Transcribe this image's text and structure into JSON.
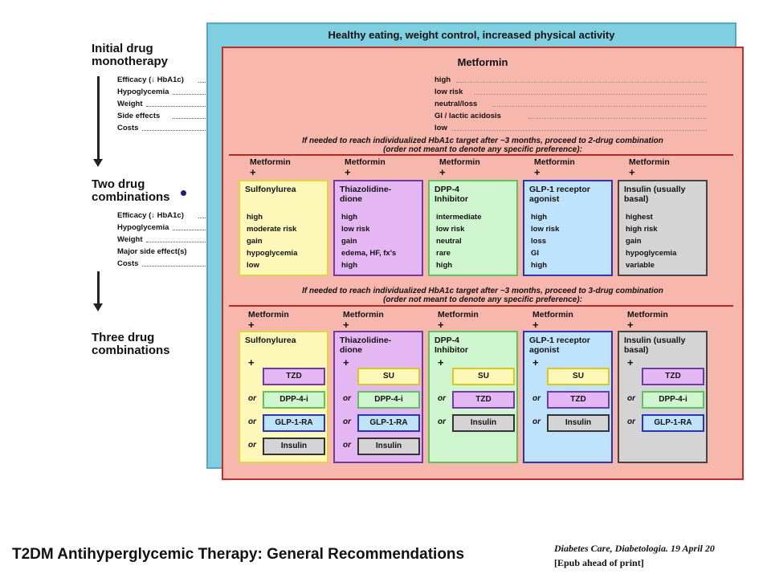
{
  "left_panel": {
    "initial_title": [
      "Initial drug",
      "monotherapy"
    ],
    "two_title": [
      "Two drug",
      "combinations"
    ],
    "three_title": [
      "Three drug",
      "combinations"
    ],
    "labels1": [
      "Efficacy (↓ HbA1c)",
      "Hypoglycemia",
      "Weight",
      "Side effects",
      "Costs"
    ],
    "labels2": [
      "Efficacy (↓ HbA1c)",
      "Hypoglycemia",
      "Weight",
      "Major side effect(s)",
      "Costs"
    ]
  },
  "outer_title": "Healthy eating, weight control, increased physical activity",
  "metformin": {
    "title": "Metformin",
    "values": [
      "high",
      "low risk",
      "neutral/loss",
      "GI / lactic acidosis",
      "low"
    ]
  },
  "note1": [
    "If needed to reach individualized HbA1c target after ~3 months, proceed to 2-drug combination",
    "(order not meant to denote any specific preference):"
  ],
  "note2": [
    "If needed to reach individualized HbA1c target after ~3 months, proceed to 3-drug combination",
    "(order not meant to denote any specific preference):"
  ],
  "combo_header": "Metformin",
  "plus": "+",
  "or": "or",
  "two_drug": [
    {
      "title": [
        "Sulfonylurea",
        ""
      ],
      "values": [
        "high",
        "moderate risk",
        "gain",
        "hypoglycemia",
        "low"
      ],
      "color": "#fdf7b8",
      "border": "#e0d440"
    },
    {
      "title": [
        "Thiazolidine-",
        "dione"
      ],
      "values": [
        "high",
        "low risk",
        "gain",
        "edema, HF, fx's",
        "high"
      ],
      "color": "#e4b7f2",
      "border": "#6d3aa8"
    },
    {
      "title": [
        "DPP-4",
        "Inhibitor"
      ],
      "values": [
        "intermediate",
        "low risk",
        "neutral",
        "rare",
        "high"
      ],
      "color": "#cff5cf",
      "border": "#5cc35c"
    },
    {
      "title": [
        "GLP-1 receptor",
        "agonist"
      ],
      "values": [
        "high",
        "low risk",
        "loss",
        "GI",
        "high"
      ],
      "color": "#bfe3fa",
      "border": "#2a33c4"
    },
    {
      "title": [
        "Insulin (usually",
        "basal)"
      ],
      "values": [
        "highest",
        "high risk",
        "gain",
        "hypoglycemia",
        "variable"
      ],
      "color": "#d4d4d4",
      "border": "#444444"
    }
  ],
  "three_drug": [
    {
      "title": [
        "Sulfonylurea",
        ""
      ],
      "options": [
        "TZD",
        "DPP-4-i",
        "GLP-1-RA",
        "Insulin"
      ],
      "color": "#fdf7b8",
      "border": "#e0d440"
    },
    {
      "title": [
        "Thiazolidine-",
        "dione"
      ],
      "options": [
        "SU",
        "DPP-4-i",
        "GLP-1-RA",
        "Insulin"
      ],
      "color": "#e4b7f2",
      "border": "#6d3aa8"
    },
    {
      "title": [
        "DPP-4",
        "Inhibitor"
      ],
      "options": [
        "SU",
        "TZD",
        "Insulin"
      ],
      "color": "#cff5cf",
      "border": "#5cc35c"
    },
    {
      "title": [
        "GLP-1 receptor",
        "agonist"
      ],
      "options": [
        "SU",
        "TZD",
        "Insulin"
      ],
      "color": "#bfe3fa",
      "border": "#2a33c4"
    },
    {
      "title": [
        "Insulin (usually",
        "basal)"
      ],
      "options": [
        "TZD",
        "DPP-4-i",
        "GLP-1-RA"
      ],
      "color": "#d4d4d4",
      "border": "#444444"
    }
  ],
  "option_styles": {
    "TZD": {
      "bg": "#e4b7f2",
      "border": "#6d3aa8"
    },
    "SU": {
      "bg": "#fdf7b8",
      "border": "#d8c820"
    },
    "DPP-4-i": {
      "bg": "#cff5cf",
      "border": "#5cc35c"
    },
    "GLP-1-RA": {
      "bg": "#bfe3fa",
      "border": "#2a33c4"
    },
    "Insulin": {
      "bg": "#d4d4d4",
      "border": "#333333"
    }
  },
  "footer_title": "T2DM Antihyperglycemic Therapy: General Recommendations",
  "citation_line1": "Diabetes Care, Diabetologia. 19 April 20",
  "citation_line2": "[Epub ahead of print]"
}
